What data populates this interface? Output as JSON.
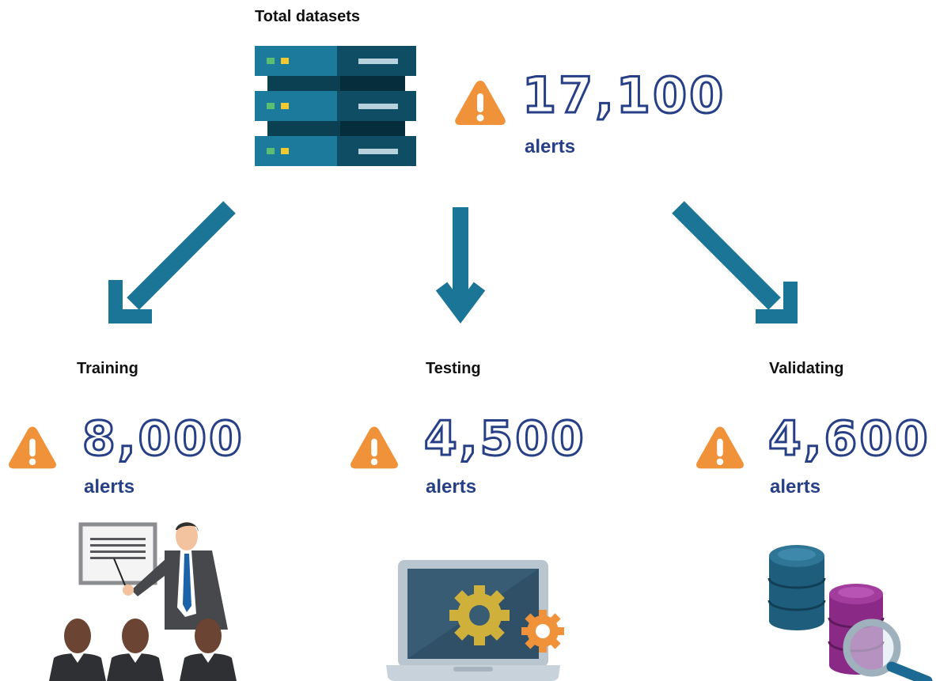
{
  "total": {
    "title": "Total datasets",
    "value": "17,100",
    "unit": "alerts"
  },
  "branches": [
    {
      "title": "Training",
      "value": "8,000",
      "unit": "alerts"
    },
    {
      "title": "Testing",
      "value": "4,500",
      "unit": "alerts"
    },
    {
      "title": "Validating",
      "value": "4,600",
      "unit": "alerts"
    }
  ],
  "icons": {
    "total": "server-rack-icon",
    "warning": "warning-triangle-icon",
    "training": "presenter-classroom-icon",
    "testing": "laptop-gears-icon",
    "validating": "database-search-icon"
  },
  "colors": {
    "arrow": "#1a7596",
    "warning": "#f0923a",
    "number_outline": "#263f86",
    "server_light": "#1c7a9c",
    "server_dark": "#0e4d63"
  }
}
